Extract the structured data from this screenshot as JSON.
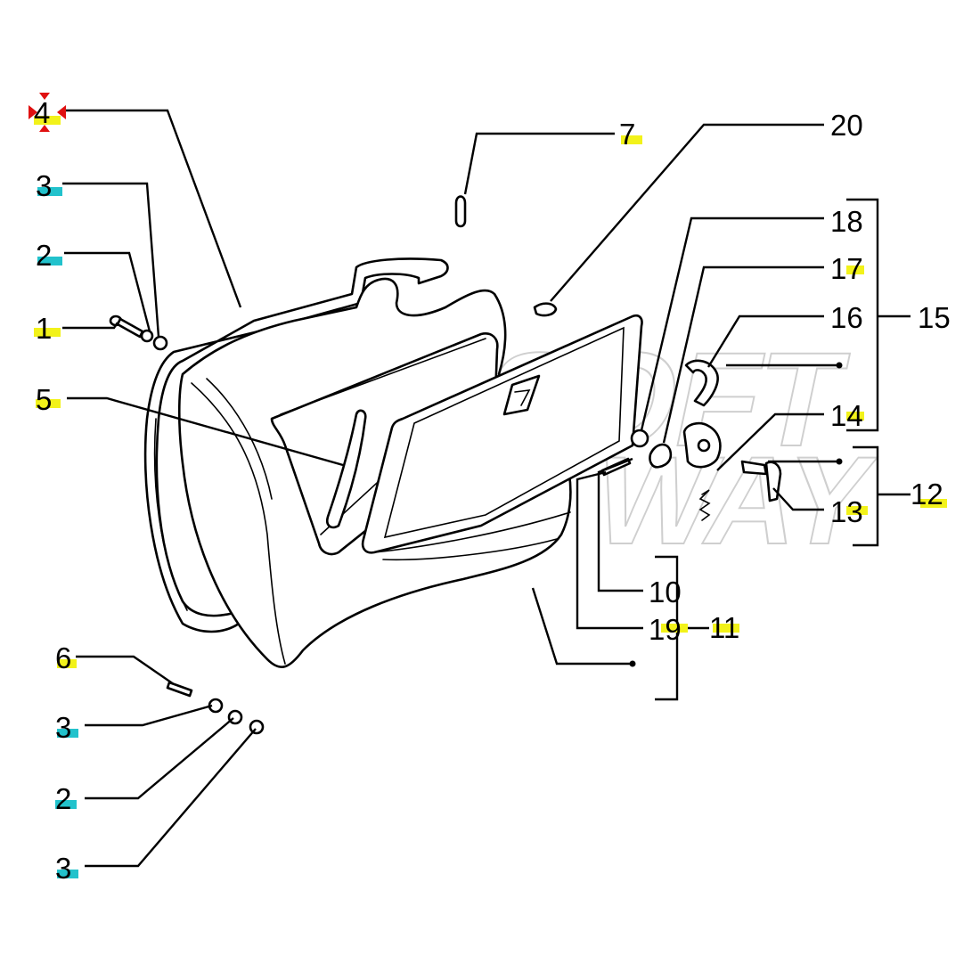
{
  "watermark": [
    "SOFT",
    "WAY"
  ],
  "colors": {
    "highlight_yellow": "#f2f21a",
    "highlight_cyan": "#22c2cc",
    "marker_red": "#e01010",
    "ink": "#000000"
  },
  "callouts": {
    "c4": "4",
    "c3_top": "3",
    "c2_top": "2",
    "c1": "1",
    "c5": "5",
    "c6": "6",
    "c3_mid": "3",
    "c2_bottom": "2",
    "c3_bottom": "3",
    "c7": "7",
    "c20": "20",
    "c18": "18",
    "c17": "17",
    "c16": "16",
    "c15": "15",
    "c14": "14",
    "c13": "13",
    "c12": "12",
    "c10": "10",
    "c19": "19",
    "c11": "11"
  }
}
